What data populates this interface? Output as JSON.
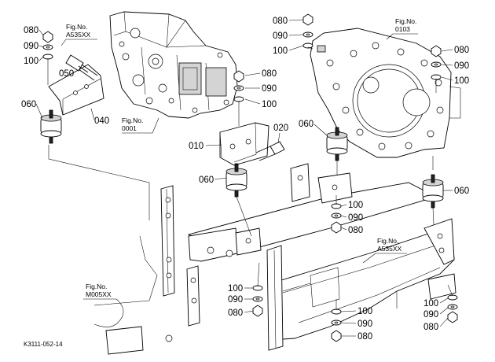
{
  "figure_code": "K3111-052-14",
  "fig_refs": [
    {
      "label": "Fig.No.",
      "num": "A535XX"
    },
    {
      "label": "Fig.No.",
      "num": "0001"
    },
    {
      "label": "Fig.No.",
      "num": "0103"
    },
    {
      "label": "Fig.No.",
      "num": "A535XX"
    },
    {
      "label": "Fig.No.",
      "num": "M005XX"
    }
  ],
  "callouts": {
    "tl_080": "080",
    "tl_090": "090",
    "tl_100": "100",
    "p050": "050",
    "p060_left": "060",
    "p040": "040",
    "mid_080": "080",
    "mid_090": "090",
    "mid_100": "100",
    "p020": "020",
    "p010": "010",
    "p060_center": "060",
    "top_080": "080",
    "top_090": "090",
    "top_100": "100",
    "p060_right_upper": "060",
    "r_080": "080",
    "r_090": "090",
    "r_100": "100",
    "p060_far_right": "060",
    "cr_100": "100",
    "cr_090": "090",
    "cr_080": "080",
    "bm_100": "100",
    "bm_090": "090",
    "bm_080": "080",
    "br_100": "100",
    "br_090": "090",
    "br_080": "080",
    "bb_100": "100",
    "bb_090": "090",
    "bb_080": "080"
  }
}
